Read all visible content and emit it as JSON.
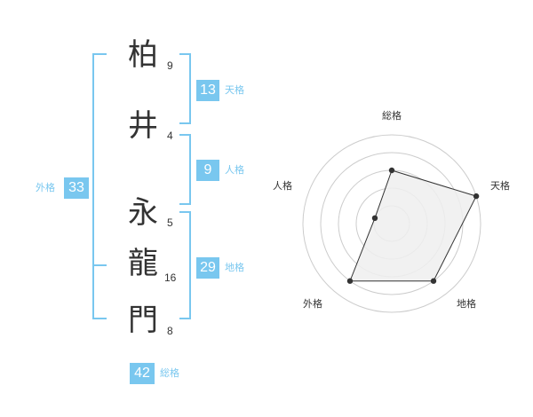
{
  "name": {
    "characters": [
      {
        "char": "柏",
        "strokes": "9"
      },
      {
        "char": "井",
        "strokes": "4"
      },
      {
        "char": "永",
        "strokes": "5"
      },
      {
        "char": "龍",
        "strokes": "16"
      },
      {
        "char": "門",
        "strokes": "8"
      }
    ]
  },
  "fortunes": {
    "tenkaku": {
      "value": "13",
      "label": "天格"
    },
    "jinkaku": {
      "value": "9",
      "label": "人格"
    },
    "chikaku": {
      "value": "29",
      "label": "地格"
    },
    "gaikaku": {
      "value": "33",
      "label": "外格"
    },
    "soukaku": {
      "value": "42",
      "label": "総格"
    }
  },
  "radar": {
    "axes": [
      "総格",
      "天格",
      "地格",
      "外格",
      "人格"
    ],
    "levels": 5,
    "values": [
      3,
      5,
      4,
      4,
      1
    ],
    "colors": {
      "fill": "#eeeeee",
      "stroke": "#333333",
      "grid": "#cccccc"
    }
  },
  "colors": {
    "accent": "#79c7ef",
    "text": "#333333"
  }
}
